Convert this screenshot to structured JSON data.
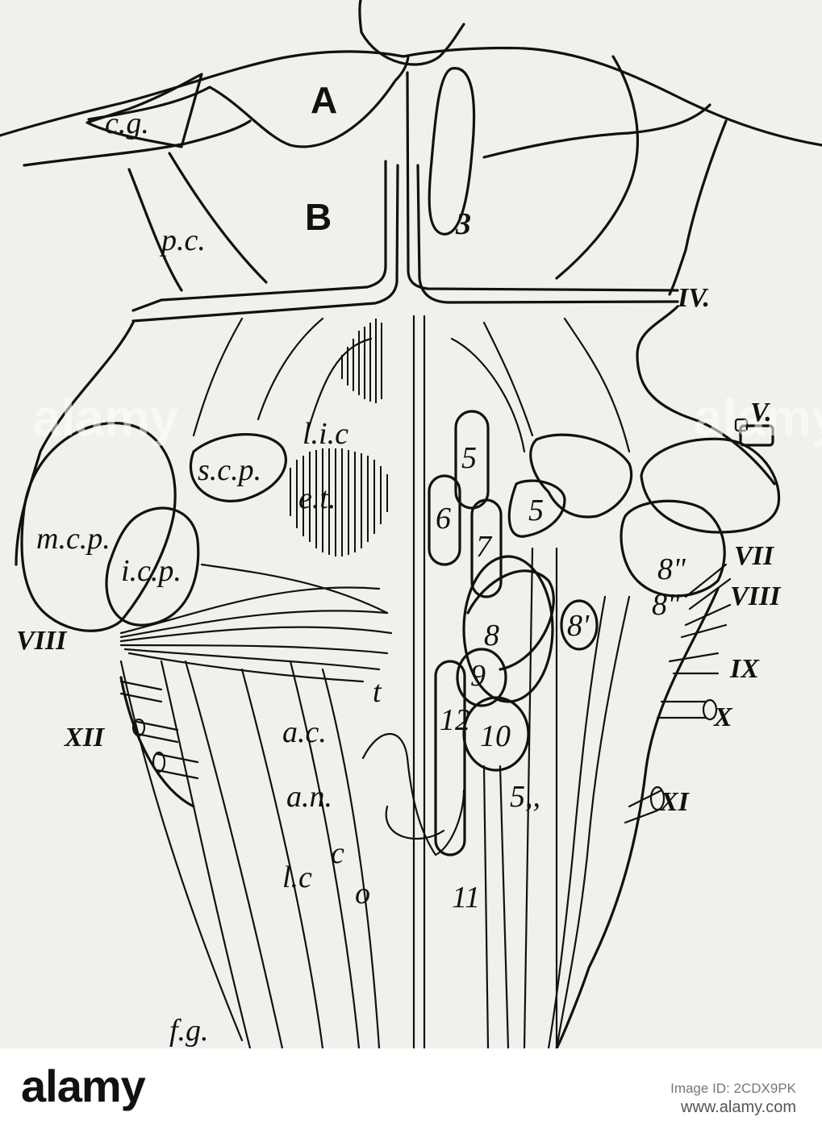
{
  "figure": {
    "labels": {
      "A": "A",
      "B": "B",
      "cg": "c.g.",
      "pc": "p.c.",
      "n3": "3",
      "IV": "IV.",
      "V": "V.",
      "lic": "l.i.c",
      "et": "e.t.",
      "mcp": "m.c.p.",
      "scp": "s.c.p.",
      "icp": "i.c.p.",
      "n5a": "5",
      "n5b": "5",
      "n6": "6",
      "n7": "7",
      "n8": "8",
      "n8p": "8'",
      "n9": "9",
      "n10": "10",
      "n12": "12",
      "n11": "11",
      "n5pp": "5,,",
      "n8q1": "8\"",
      "n8q2": "8\"",
      "VII": "VII",
      "VIIIr": "VIII",
      "VIIIl": "VIII",
      "IX": "IX",
      "X": "X",
      "XI": "XI",
      "XII": "XII",
      "t": "t",
      "ac": "a.c.",
      "an": "a.n.",
      "lc": "l.c",
      "c": "c",
      "o": "o",
      "fg": "f.g."
    },
    "watermark": "alamy"
  },
  "footer": {
    "logo": "alamy",
    "image_id_label": "Image ID: 2CDX9PK",
    "site": "www.alamy.com"
  }
}
